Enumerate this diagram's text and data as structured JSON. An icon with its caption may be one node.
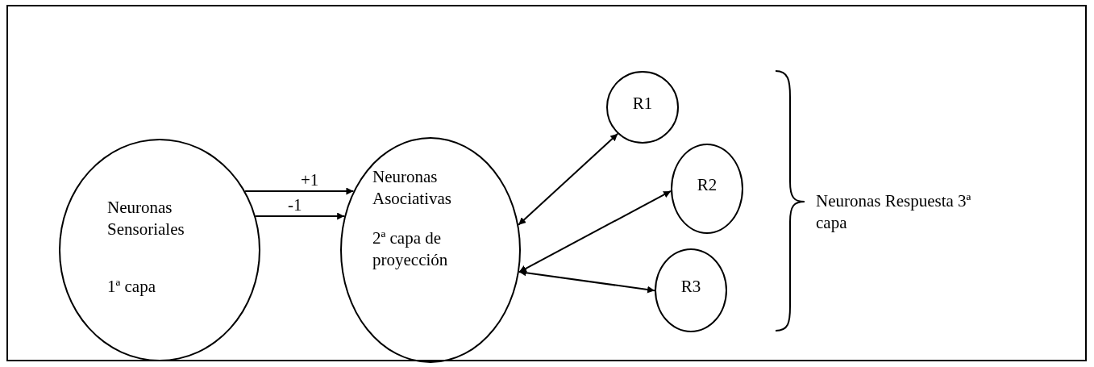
{
  "diagram": {
    "nodes": [
      {
        "text": [
          "Neuronas Sensoriales",
          "1ª capa"
        ]
      },
      {
        "text": [
          "Neuronas Asociativas",
          "2ª capa de proyección"
        ]
      },
      {
        "text": [
          "R1"
        ]
      },
      {
        "text": [
          "R2"
        ]
      },
      {
        "text": [
          "R3"
        ]
      }
    ],
    "edges": [
      {
        "from": 0,
        "to": 1,
        "arrow": "to",
        "label": "+1"
      },
      {
        "from": 0,
        "to": 1,
        "arrow": "to",
        "label": "-1"
      },
      {
        "from": 1,
        "to": 2,
        "arrow": "both"
      },
      {
        "from": 1,
        "to": 3,
        "arrow": "both"
      },
      {
        "from": 1,
        "to": 4,
        "arrow": "both"
      }
    ],
    "labels": [
      "Neuronas Respuesta 3ª capa"
    ]
  }
}
